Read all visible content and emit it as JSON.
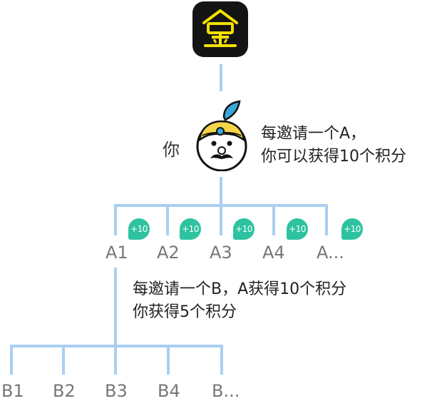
{
  "root": {
    "icon_name": "gold-coin-icon",
    "icon_color": "#f5e000",
    "icon_bg": "#141414"
  },
  "you": {
    "label": "你",
    "avatar_icon": "cartoon-mascot-icon"
  },
  "rule_a": {
    "line1": "每邀请一个A，",
    "line2": "你可以获得10个积分"
  },
  "level_a": {
    "nodes": [
      "A1",
      "A2",
      "A3",
      "A4",
      "A..."
    ],
    "badge": "+10",
    "badge_color": "#2ec3a0"
  },
  "rule_b": {
    "line1": "每邀请一个B，A获得10个积分",
    "line2": "你获得5个积分"
  },
  "level_b": {
    "nodes": [
      "B1",
      "B2",
      "B3",
      "B4",
      "B..."
    ]
  },
  "colors": {
    "connector": "#a9cff2",
    "label": "#777777",
    "text": "#222222"
  }
}
